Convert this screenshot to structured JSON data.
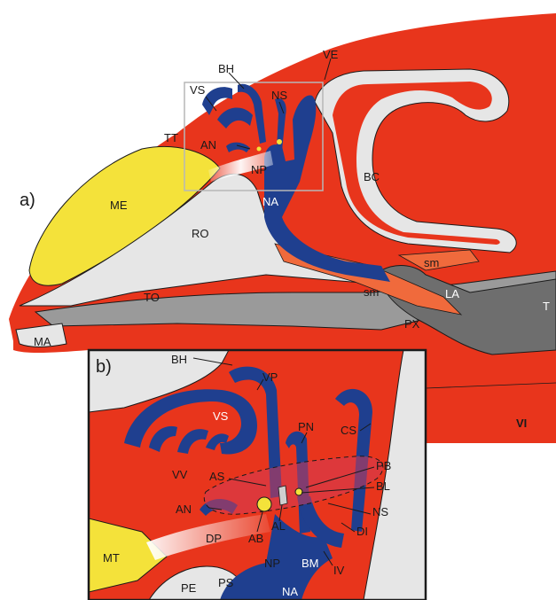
{
  "panel_a": {
    "letter": "a)",
    "labels": {
      "BH": "BH",
      "VE": "VE",
      "VS": "VS",
      "NS": "NS",
      "TT": "TT",
      "AN": "AN",
      "NP": "NP",
      "BC": "BC",
      "ME": "ME",
      "NA": "NA",
      "RO": "RO",
      "sm1": "sm",
      "sm2": "sm",
      "LA": "LA",
      "TO": "TO",
      "PX": "PX",
      "MA": "MA",
      "T": "T"
    }
  },
  "panel_b": {
    "letter": "b)",
    "labels": {
      "BH": "BH",
      "VP": "VP",
      "VS": "VS",
      "PN": "PN",
      "CS": "CS",
      "VV": "VV",
      "PB": "PB",
      "AS": "AS",
      "BL": "BL",
      "AN": "AN",
      "NS": "NS",
      "DI": "DI",
      "AB": "AB",
      "AL": "AL",
      "DP": "DP",
      "MT": "MT",
      "NP": "NP",
      "BM": "BM",
      "IV": "IV",
      "PE": "PE",
      "PS": "PS",
      "NA": "NA"
    }
  },
  "edge_text": "VI",
  "colors": {
    "tissue": "#e8351c",
    "blue": "#1f3f8f",
    "yellow": "#f4e23a",
    "bone": "#e6e6e6",
    "dark_gray": "#6e6e6e",
    "mid_gray": "#9a9a9a",
    "orange": "#f06a3c"
  }
}
